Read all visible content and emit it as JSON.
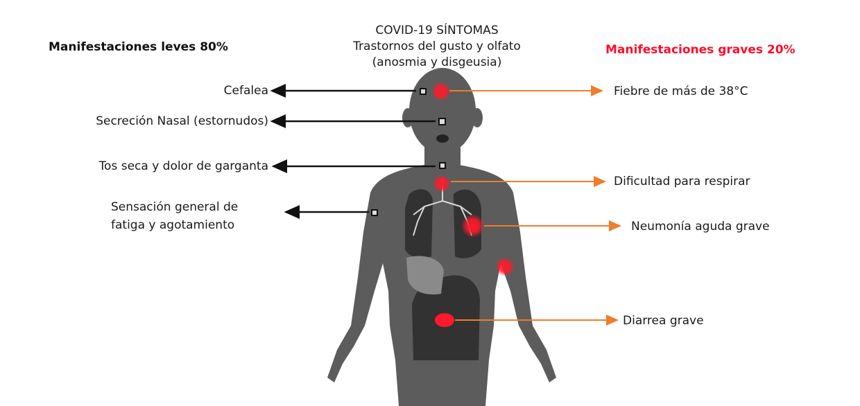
{
  "title": {
    "line1": "COVID-19 SÍNTOMAS",
    "line2": "Trastornos del gusto y olfato",
    "line3": "(anosmia y disgeusia)"
  },
  "mild": {
    "heading": "Manifestaciones leves 80%",
    "symptoms": {
      "cefalea": "Cefalea",
      "secrecion": "Secreción Nasal (estornudos)",
      "tos": "Tos seca y dolor de garganta",
      "fatiga_line1": "Sensación general de",
      "fatiga_line2": "fatiga y agotamiento"
    }
  },
  "severe": {
    "heading": "Manifestaciones graves 20%",
    "symptoms": {
      "fiebre": "Fiebre de más de 38°C",
      "dificultad": "Dificultad para respirar",
      "neumonia": "Neumonía aguda grave",
      "diarrea": "Diarrea grave"
    }
  },
  "colors": {
    "mild_arrow": "#111111",
    "severe_arrow": "#f07d2a",
    "severe_heading": "#ff0d2a",
    "body": "#5c5c5c",
    "lesion": "#ff1a2a"
  }
}
